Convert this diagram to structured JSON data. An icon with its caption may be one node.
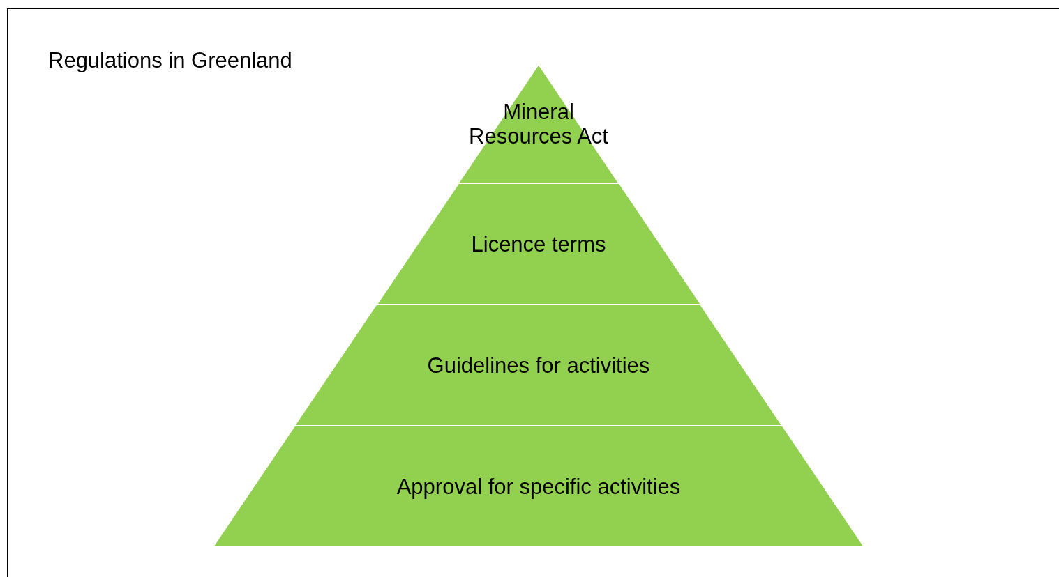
{
  "diagram": {
    "title": "Regulations in Greenland",
    "nodes": [
      {
        "text": [
          "Mineral Resources Act"
        ]
      },
      {
        "text": [
          "Licence terms"
        ]
      },
      {
        "text": [
          "Guidelines for activities"
        ]
      },
      {
        "text": [
          "Approval for specific activities"
        ]
      }
    ]
  }
}
